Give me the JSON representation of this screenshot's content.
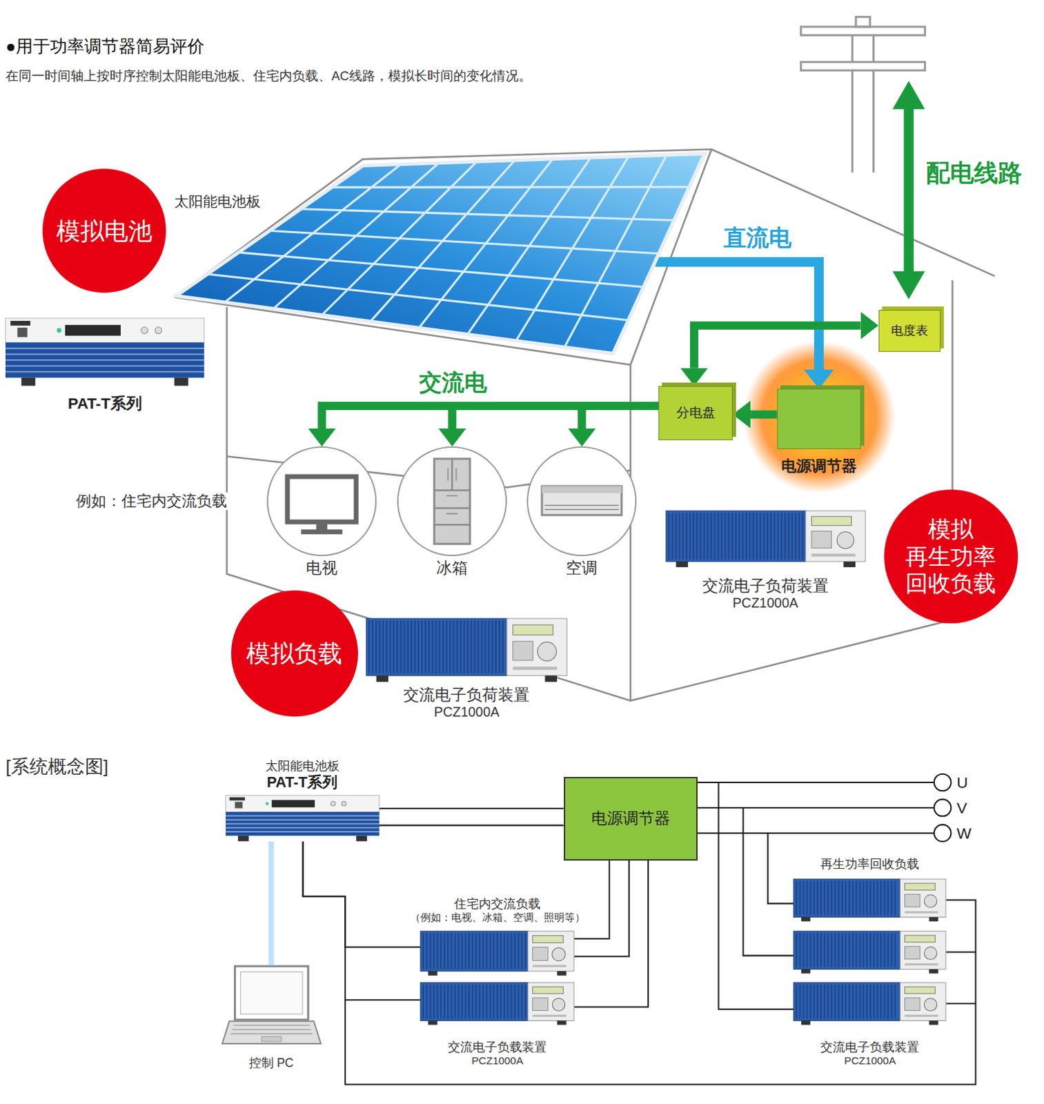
{
  "diagram": {
    "title": "●用于功率调节器简易评价",
    "caption": "在同一时间轴上按时序控制太阳能电池板、住宅内负载、AC线路，模拟长时间的变化情况。",
    "nodes": [
      {
        "text": [
          "模拟电池"
        ]
      },
      {
        "text": [
          "太阳能电池板"
        ]
      },
      {
        "text": [
          "PAT-T系列"
        ]
      },
      {
        "text": [
          "电度表"
        ]
      },
      {
        "text": [
          "分电盘"
        ]
      },
      {
        "text": [
          "电源调节器"
        ]
      },
      {
        "text": [
          "电视"
        ]
      },
      {
        "text": [
          "冰箱"
        ]
      },
      {
        "text": [
          "空调"
        ]
      },
      {
        "text": [
          "交流电子负荷装置",
          "PCZ1000A"
        ]
      },
      {
        "text": [
          "模拟 再生功率 回收负载"
        ]
      },
      {
        "text": [
          "模拟负载"
        ]
      },
      {
        "text": [
          "交流电子负荷装置",
          "PCZ1000A"
        ]
      },
      {
        "text": [
          "太阳能电池板",
          "PAT-T系列"
        ]
      },
      {
        "text": [
          "电源调节器"
        ]
      },
      {
        "text": [
          "住宅内交流负载",
          "（例如：电视、冰箱、空调、照明等）",
          "交流电子负载装置",
          "PCZ1000A"
        ]
      },
      {
        "text": [
          "再生功率回收负载",
          "交流电子负载装置",
          "PCZ1000A"
        ]
      },
      {
        "text": [
          "控制 PC"
        ]
      }
    ],
    "edges": [
      {
        "from": 1,
        "to": 5,
        "arrow": "to",
        "label": "直流电"
      },
      {
        "from": 4,
        "to": 3,
        "arrow": "both"
      },
      {
        "from": 5,
        "to": 4,
        "arrow": "to"
      },
      {
        "from": 4,
        "to": 6,
        "arrow": "to",
        "label": "交流电"
      },
      {
        "from": 4,
        "to": 7,
        "arrow": "to"
      },
      {
        "from": 4,
        "to": 8,
        "arrow": "to"
      },
      {
        "from": 13,
        "to": 14,
        "arrow": "none"
      },
      {
        "from": 14,
        "to": 15,
        "arrow": "none"
      },
      {
        "from": 14,
        "to": 16,
        "arrow": "none"
      },
      {
        "from": 13,
        "to": 15,
        "arrow": "none"
      },
      {
        "from": 13,
        "to": 16,
        "arrow": "none"
      },
      {
        "from": 13,
        "to": 17,
        "arrow": "none"
      }
    ],
    "labels": [
      "配电线路",
      "例如：住宅内交流负载",
      "[系统概念图]",
      "U",
      "V",
      "W"
    ]
  }
}
